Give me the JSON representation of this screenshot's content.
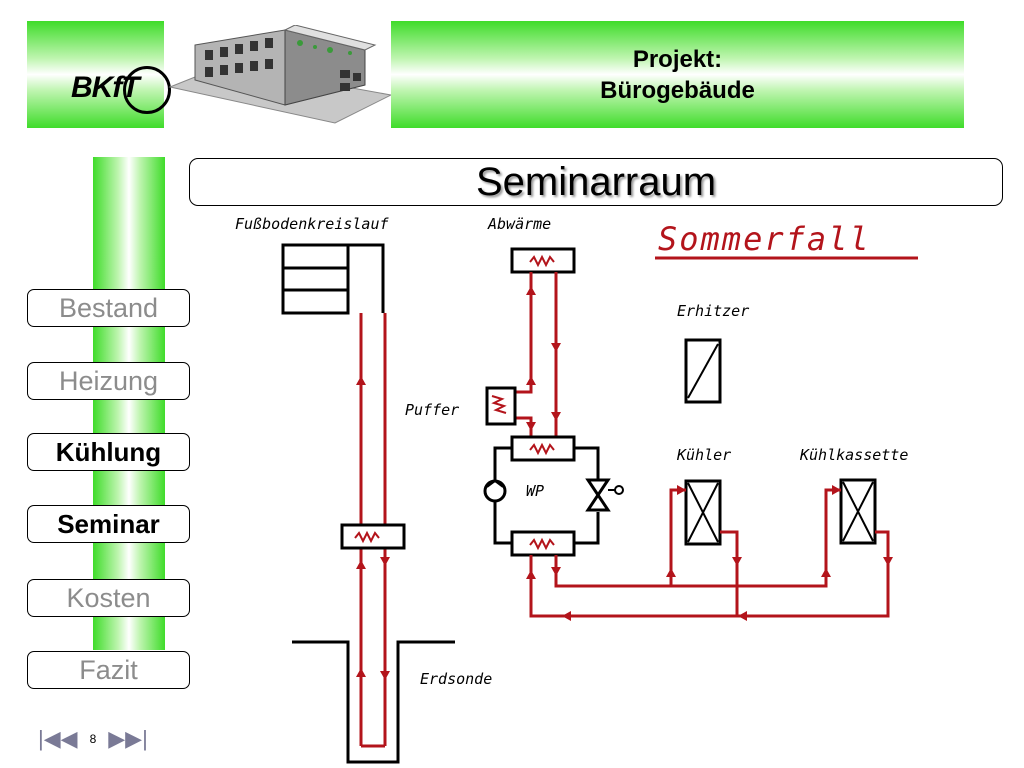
{
  "header": {
    "logo_text": "BKfT",
    "title_line1": "Projekt:",
    "title_line2": "Bürogebäude"
  },
  "section_title": "Seminarraum",
  "nav": [
    {
      "label": "Bestand",
      "active": false
    },
    {
      "label": "Heizung",
      "active": false
    },
    {
      "label": "Kühlung",
      "active": true
    },
    {
      "label": "Seminar",
      "active": true
    },
    {
      "label": "Kosten",
      "active": false
    },
    {
      "label": "Fazit",
      "active": false
    }
  ],
  "pager": {
    "first": "|◀◀",
    "page": "8",
    "last": "▶▶|"
  },
  "diagram": {
    "case_title": "Sommerfall",
    "labels": {
      "floor_circuit": "Fußbodenkreislauf",
      "waste_heat": "Abwärme",
      "buffer": "Puffer",
      "heat_pump": "WP",
      "heater": "Erhitzer",
      "cooler": "Kühler",
      "cooling_cassette": "Kühlkassette",
      "ground_probe": "Erdsonde"
    },
    "colors": {
      "pipe": "#b3141b",
      "line": "#000000",
      "accent_green": "#3fdc2a"
    }
  }
}
